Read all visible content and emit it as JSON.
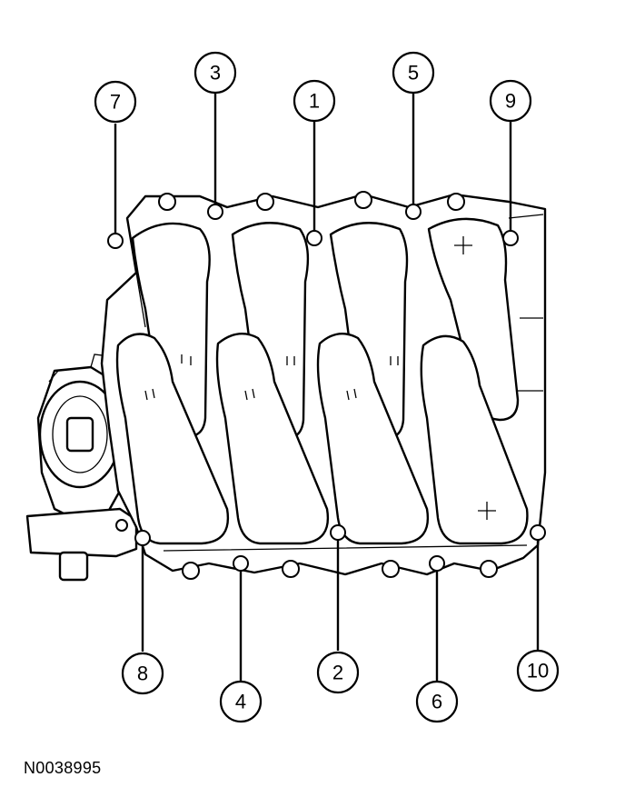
{
  "figure_id": "N0038995",
  "callouts": {
    "c1": "1",
    "c2": "2",
    "c3": "3",
    "c4": "4",
    "c5": "5",
    "c6": "6",
    "c7": "7",
    "c8": "8",
    "c9": "9",
    "c10": "10"
  }
}
